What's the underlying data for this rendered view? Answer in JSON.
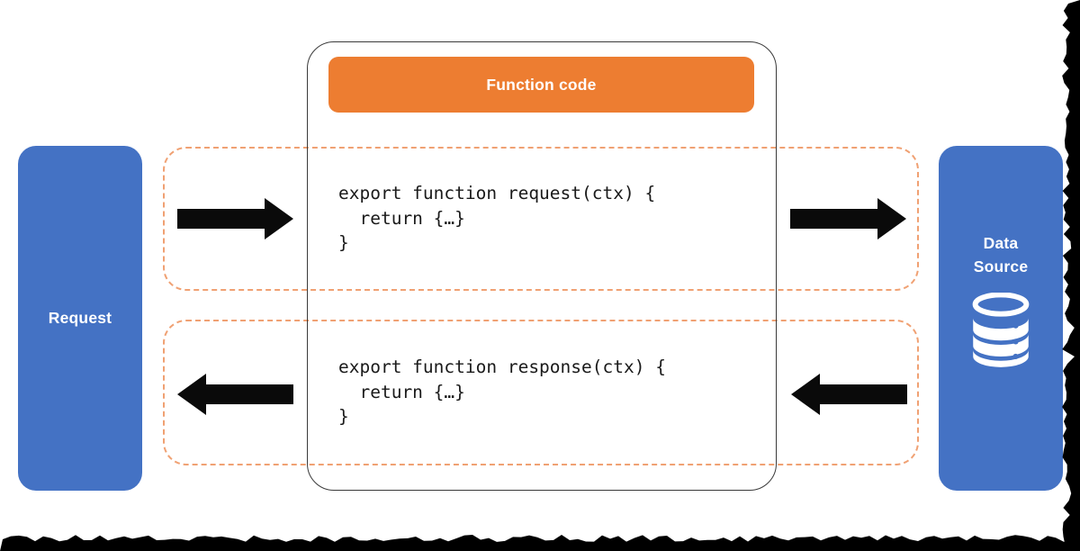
{
  "title": "Function code",
  "nodes": {
    "request": {
      "label": "Request"
    },
    "data_source": {
      "label": "Data Source"
    }
  },
  "code": {
    "request_handler": "export function request(ctx) {\n  return {…}\n}",
    "response_handler": "export function response(ctx) {\n  return {…}\n}"
  },
  "icons": {
    "data_source": "database-icon",
    "flow_forward": "arrow-right-icon",
    "flow_backward": "arrow-left-icon"
  },
  "colors": {
    "node_blue": "#4472C4",
    "header_orange": "#ED7D31",
    "lane_dash": "#F0A173",
    "arrow": "#0a0a0a",
    "box_border": "#3a3a3a",
    "code_text": "#1a1a1a",
    "torn_edge": "#000000"
  }
}
